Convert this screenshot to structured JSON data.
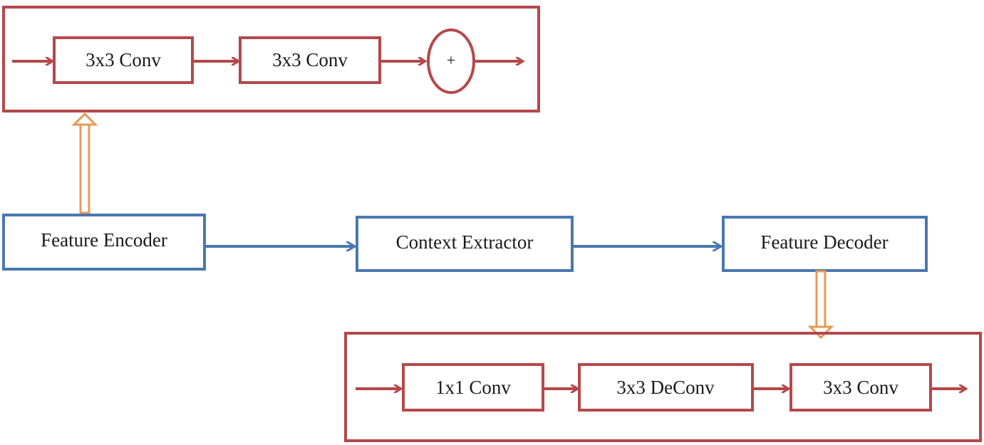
{
  "colors": {
    "red": "#B5484A",
    "blue": "#4A78B0",
    "orange": "#E69A55"
  },
  "encoder_block": {
    "conv1": "3x3 Conv",
    "conv2": "3x3 Conv",
    "sum": "+"
  },
  "pipeline": {
    "encoder": "Feature Encoder",
    "context": "Context Extractor",
    "decoder": "Feature Decoder"
  },
  "decoder_block": {
    "conv1": "1x1 Conv",
    "deconv": "3x3 DeConv",
    "conv2": "3x3 Conv"
  }
}
